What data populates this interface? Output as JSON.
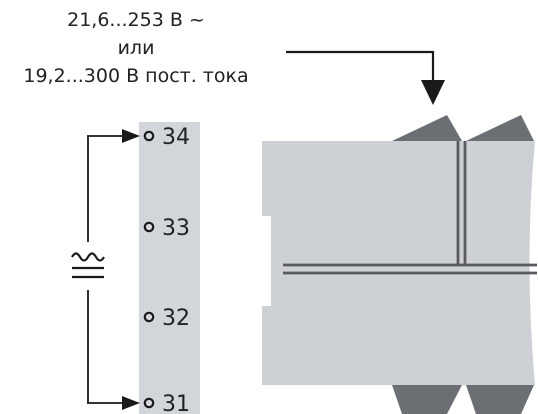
{
  "supply": {
    "line1": "21,6...253 В ~",
    "line2": "или",
    "line3": "19,2...300 В пост. тока"
  },
  "symbol": "≅",
  "terminals": [
    {
      "label": "34"
    },
    {
      "label": "33"
    },
    {
      "label": "32"
    },
    {
      "label": "31"
    }
  ],
  "colors": {
    "strip": "#d2d5da",
    "body": "#cdd0d5",
    "groove": "#595b60",
    "ink": "#1a1a1a",
    "bevel": "#6b6e73",
    "text": "#222222"
  }
}
